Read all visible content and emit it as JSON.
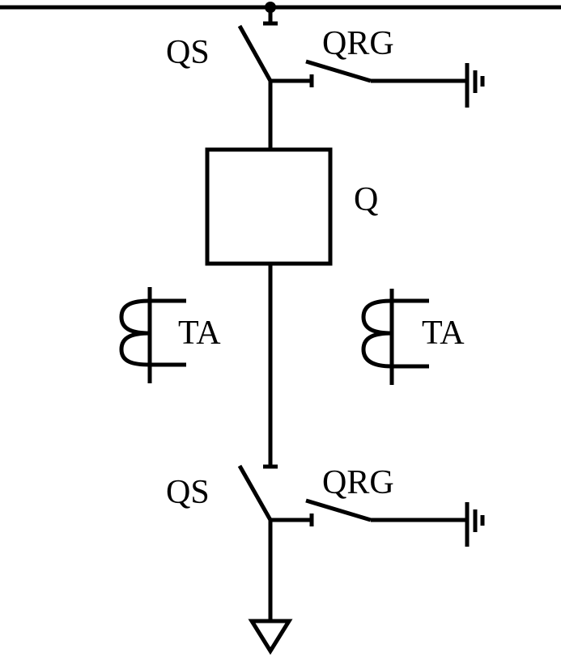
{
  "labels": {
    "qs_top": "QS",
    "qrg_top": "QRG",
    "breaker": "Q",
    "ta_left": "TA",
    "ta_right": "TA",
    "qs_bottom": "QS",
    "qrg_bottom": "QRG"
  },
  "colors": {
    "line": "#000000",
    "background": "#ffffff"
  }
}
